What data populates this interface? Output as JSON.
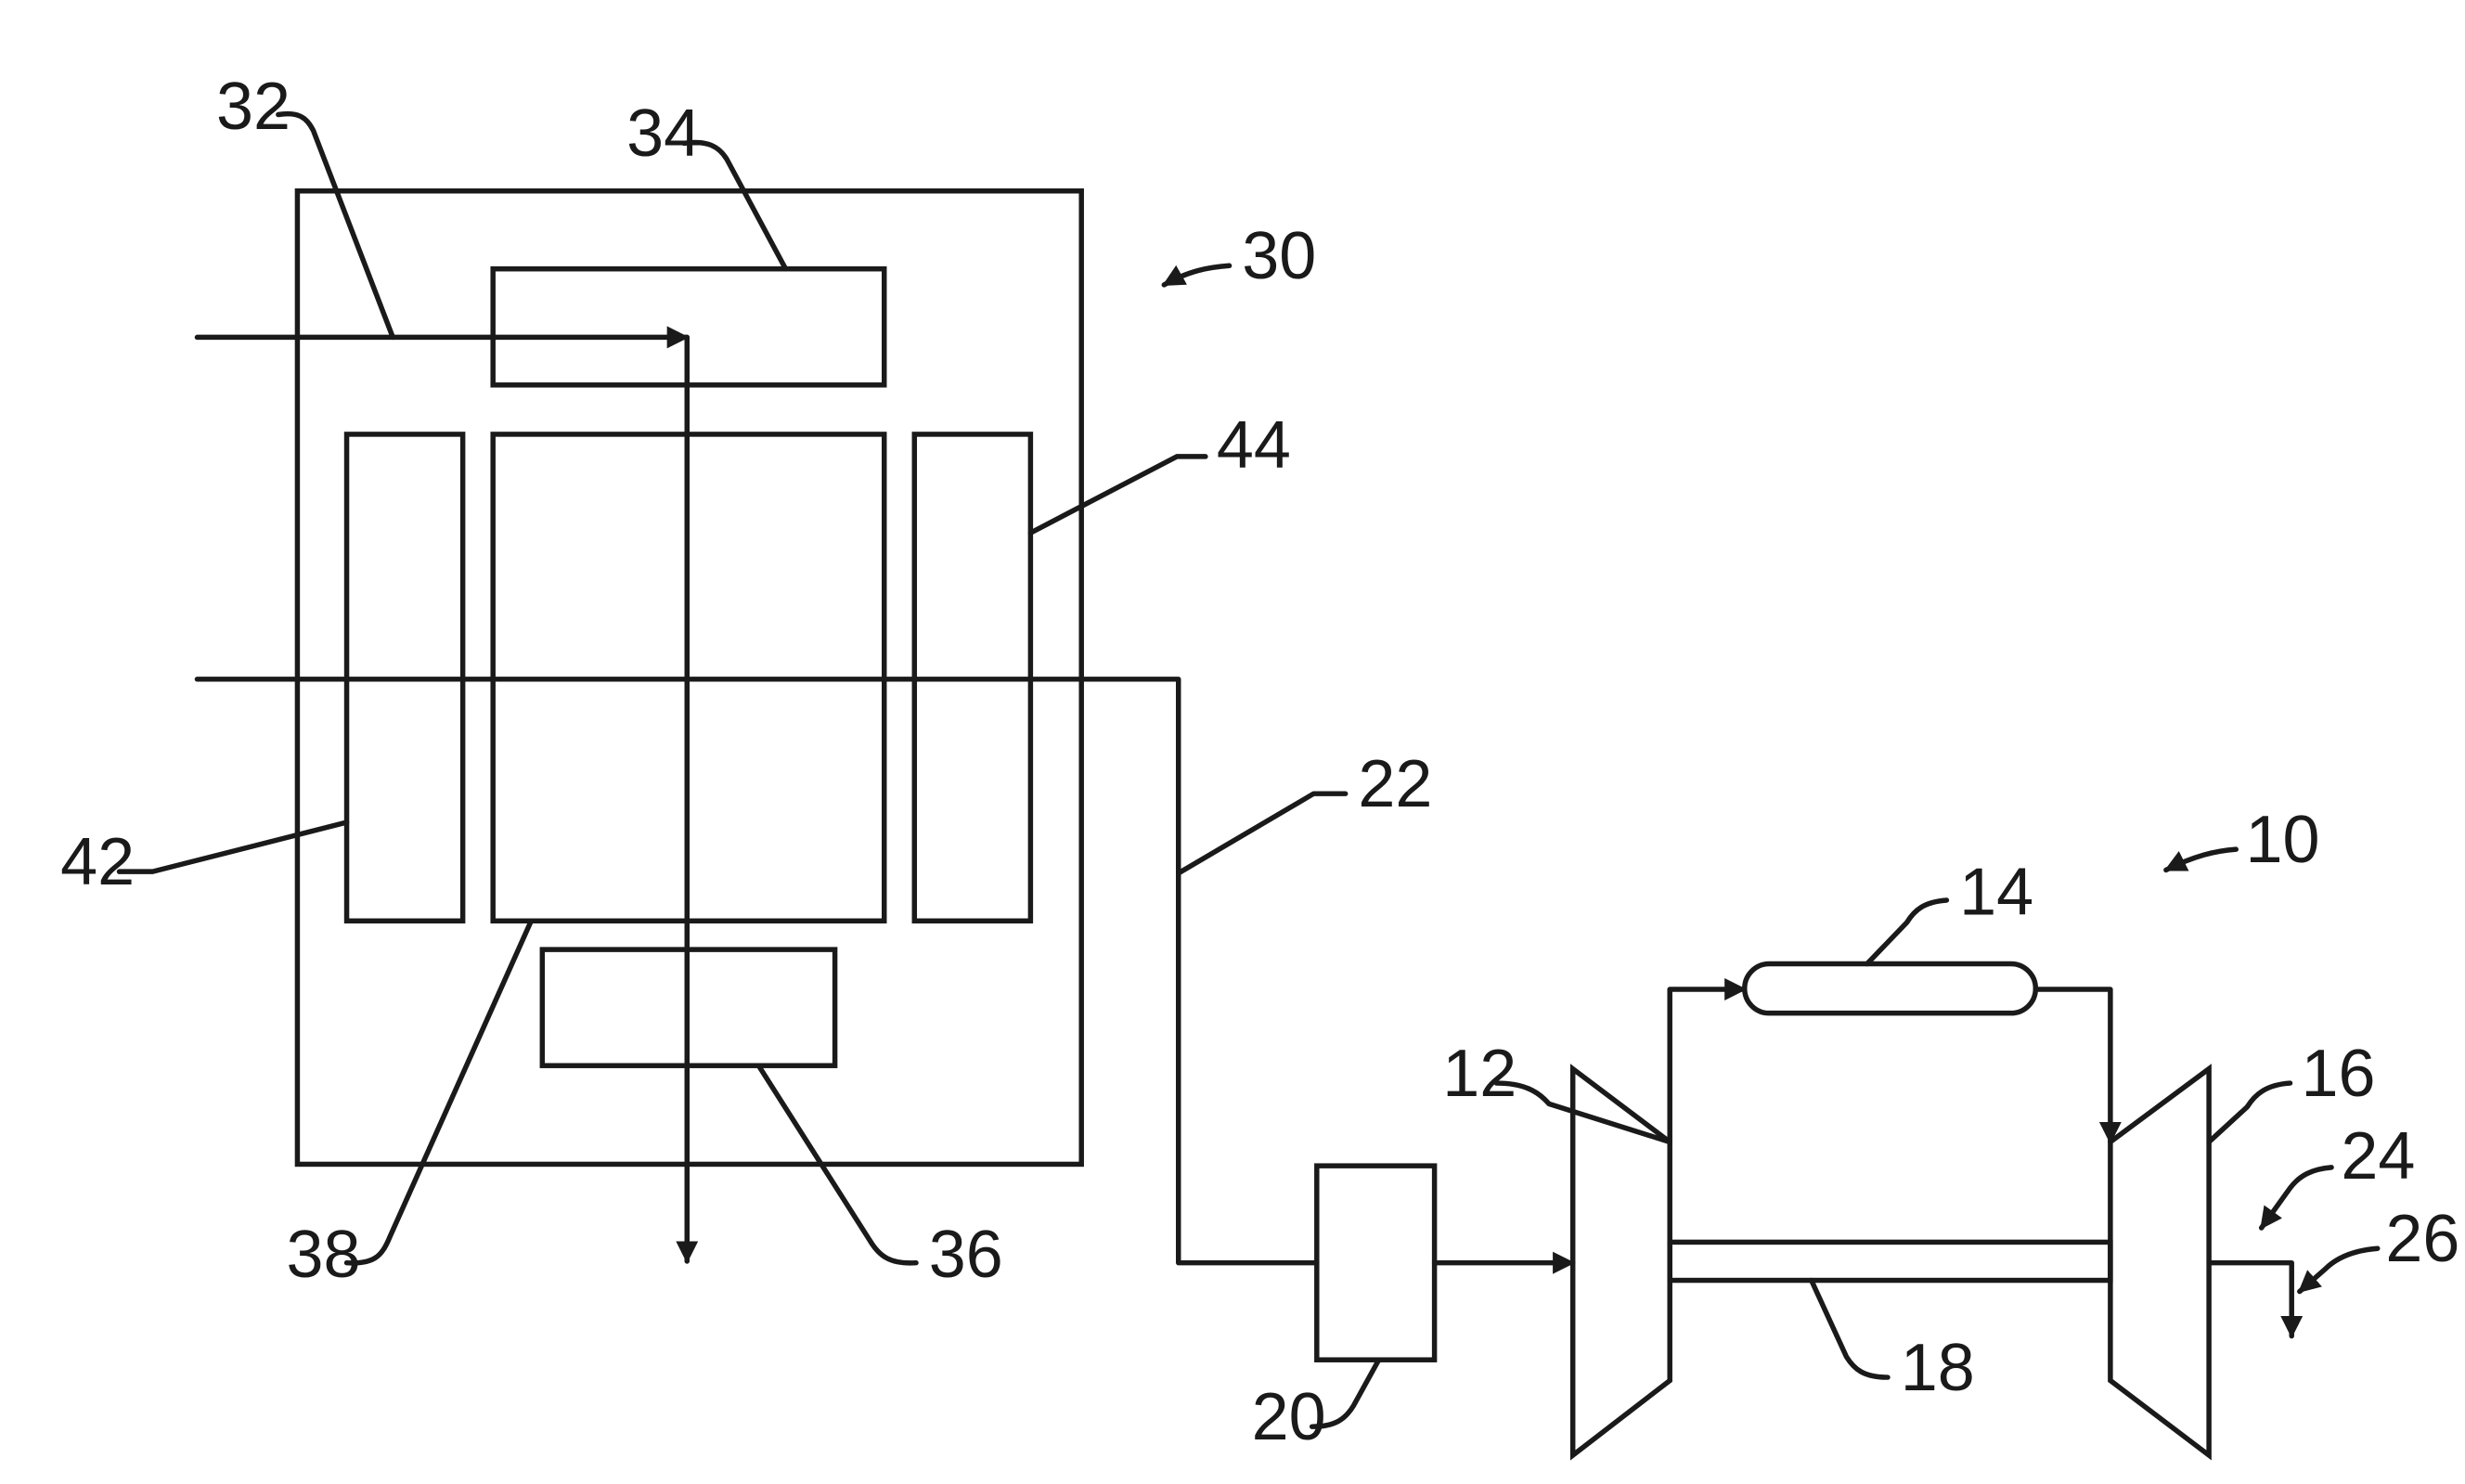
{
  "labels": {
    "l10": "10",
    "l12": "12",
    "l14": "14",
    "l16": "16",
    "l18": "18",
    "l20": "20",
    "l22": "22",
    "l24": "24",
    "l26": "26",
    "l30": "30",
    "l32": "32",
    "l34": "34",
    "l36": "36",
    "l38": "38",
    "l42": "42",
    "l44": "44"
  }
}
